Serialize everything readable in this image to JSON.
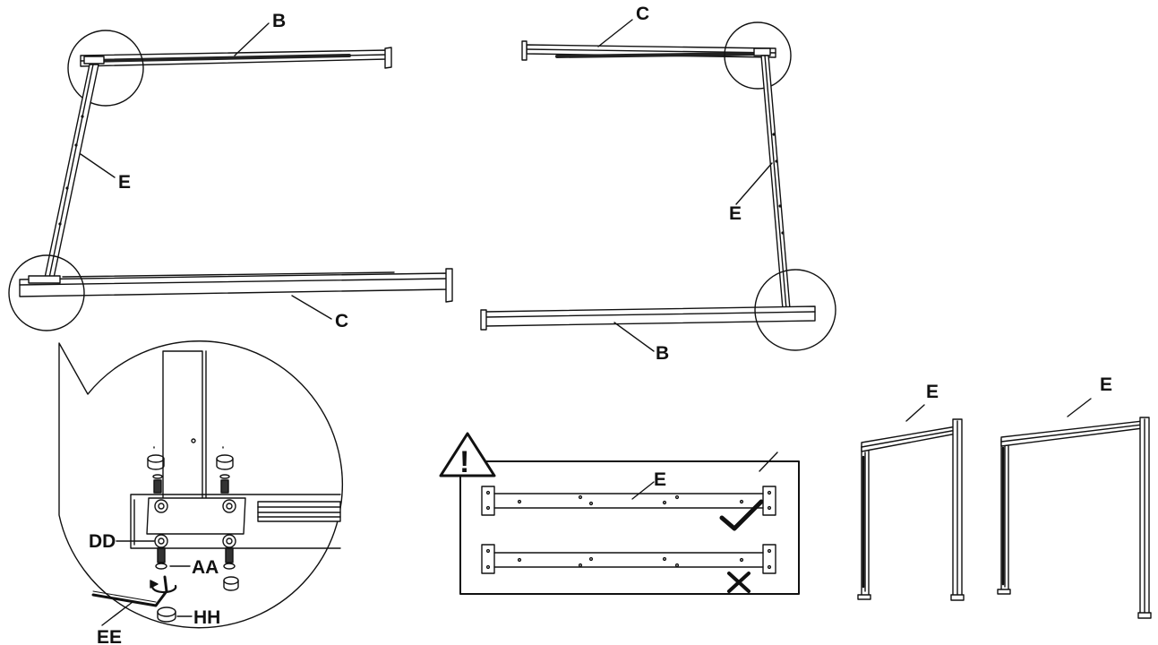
{
  "labels": {
    "rail_b": "B",
    "rail_c": "C",
    "brace_e": "E",
    "bolt_aa": "AA",
    "washer_dd": "DD",
    "hex_key_ee": "EE",
    "cap_hh": "HH"
  },
  "warning": {
    "symbol": "!",
    "correct_symbol": "check-mark-icon",
    "wrong_symbol": "cross-mark-icon"
  },
  "colors": {
    "line": "#111111",
    "fill": "#ffffff",
    "shade": "#555555"
  }
}
